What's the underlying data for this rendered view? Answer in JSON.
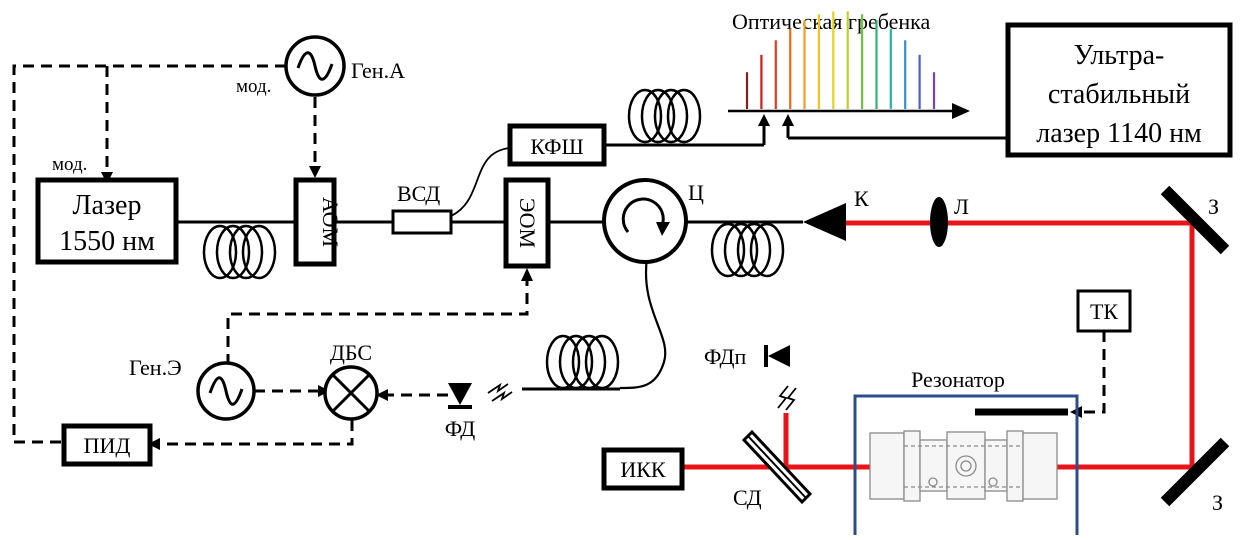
{
  "diagram": {
    "labels": {
      "comb": "Оптическая гребенка",
      "ultra_line1": "Ультра-",
      "ultra_line2": "стабильный",
      "ultra_line3": "лазер 1140 нм",
      "laser_line1": "Лазер",
      "laser_line2": "1550 нм",
      "mod_a": "мод.",
      "mod_laser": "мод.",
      "gen_a": "Ген.А",
      "aom": "АОМ",
      "vsd": "ВСД",
      "kfsh": "КФШ",
      "eom": "ЭОМ",
      "circ": "Ц",
      "k": "К",
      "l": "Л",
      "z_top": "З",
      "z_bottom": "З",
      "tk": "ТК",
      "fdp": "ФДп",
      "resonator": "Резонатор",
      "gen_e": "Ген.Э",
      "dbs": "ДБС",
      "fd": "ФД",
      "pid": "ПИД",
      "ikk": "ИКК",
      "sd": "СД"
    },
    "colors": {
      "beam": "#e8141a",
      "resonator_frame": "#2b4d8c",
      "comb_lines": [
        "#8b1a1a",
        "#d01818",
        "#e83a20",
        "#f06a1a",
        "#f39c1a",
        "#f5c21a",
        "#e6d21a",
        "#b7d42a",
        "#6cc43a",
        "#2eb76a",
        "#21b3b0",
        "#2f8fd8",
        "#4b5fd0",
        "#7a3fc0"
      ]
    }
  }
}
